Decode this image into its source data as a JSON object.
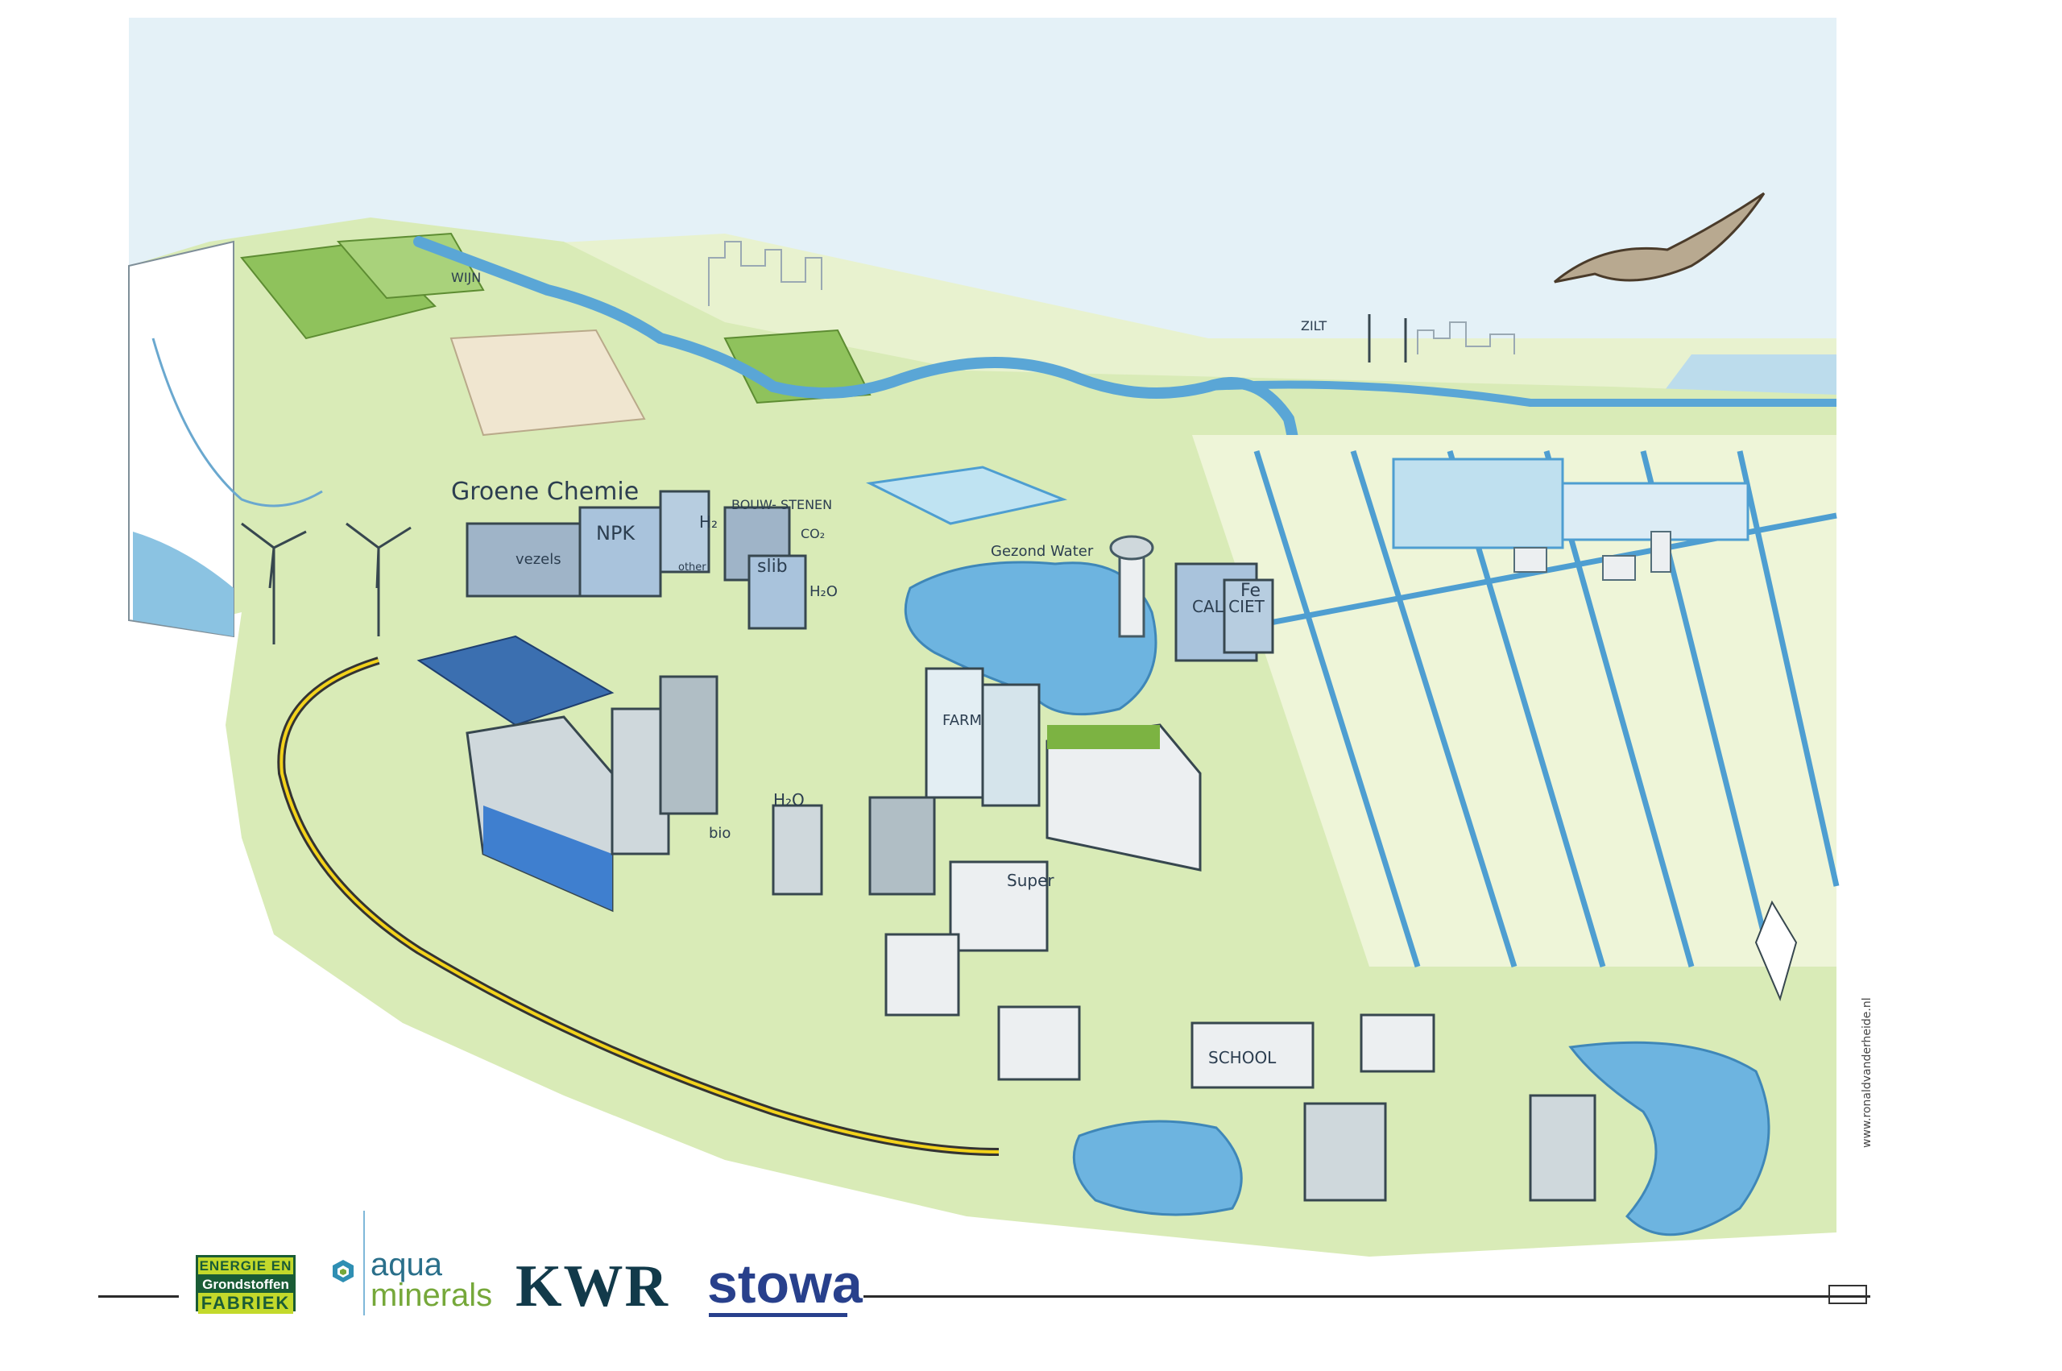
{
  "illustration": {
    "labels": {
      "groene_chemie": "Groene Chemie",
      "vezels": "vezels",
      "npk": "NPK",
      "h2": "H₂",
      "bouwstenen": "BOUW-\nSTENEN",
      "co2": "CO₂",
      "slib": "slib",
      "h2o_plant": "H₂O",
      "gezond_water": "Gezond Water",
      "calciet": "CAL CIET",
      "fe": "Fe",
      "farm": "FARM",
      "h2o_tower": "H₂O",
      "bio": "bio",
      "super": "Super",
      "school": "SCHOOL",
      "wijn": "WIJN",
      "zilt": "ZILT",
      "other": "other"
    },
    "credit": "www.ronaldvanderheide.nl"
  },
  "logos": {
    "egf": {
      "line1": "ENERGIE EN",
      "line2": "Grondstoffen",
      "line3": "FABRIEK"
    },
    "aqua": {
      "line1": "aqua",
      "line2": "minerals"
    },
    "kwr": "KWR",
    "stowa": "stowa"
  },
  "colors": {
    "sky": "#e4f1f7",
    "grass": "#cfe6a8",
    "water": "#6fb4dc",
    "building": "#c9d3da",
    "roof_green": "#7cb342",
    "solar": "#3b6fb0"
  }
}
